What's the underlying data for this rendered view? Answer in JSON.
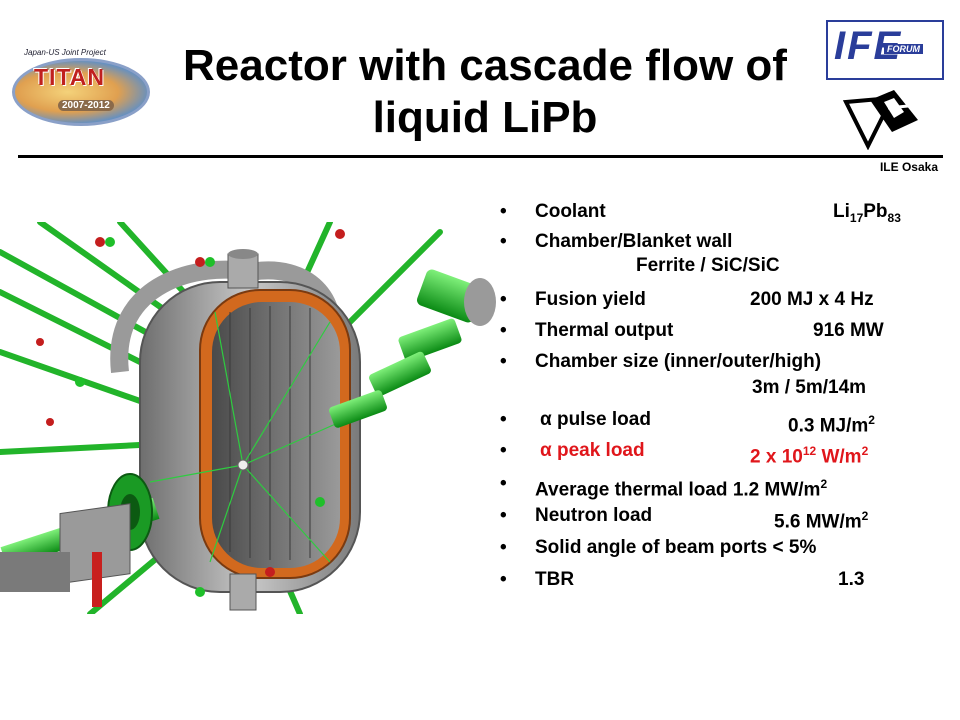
{
  "slide": {
    "title_line1": "Reactor with cascade flow of",
    "title_line2": "liquid LiPb",
    "org_label": "ILE Osaka",
    "logos": {
      "titan_top": "Japan-US Joint Project",
      "titan_name": "TITAN",
      "titan_years": "2007-2012",
      "ife_letters": "IFE",
      "ife_sub": "FORUM"
    },
    "specs": [
      {
        "key": "Coolant",
        "value": "Li17Pb83"
      },
      {
        "key": "Chamber/Blanket wall",
        "value": "Ferrite / SiC/SiC"
      },
      {
        "key": "Fusion yield",
        "value": "200 MJ x 4 Hz"
      },
      {
        "key": "Thermal output",
        "value": "916 MW"
      },
      {
        "key": "Chamber size (inner/outer/high)",
        "value": "3m / 5m/14m"
      },
      {
        "key": "α pulse load",
        "value": "0.3 MJ/m2"
      },
      {
        "key": "α peak load",
        "value": "2 x 1012 W/m2"
      },
      {
        "key": "Average thermal load",
        "value": "1.2 MW/m2"
      },
      {
        "key": "Neutron load",
        "value": "5.6 MW/m2"
      },
      {
        "key": "Solid angle of beam ports",
        "value": "< 5%"
      },
      {
        "key": "TBR",
        "value": "1.3"
      }
    ],
    "colors": {
      "highlight": "#e0161b",
      "pipe_green": "#1fbf2a",
      "blanket_orange": "#d2691e"
    }
  }
}
